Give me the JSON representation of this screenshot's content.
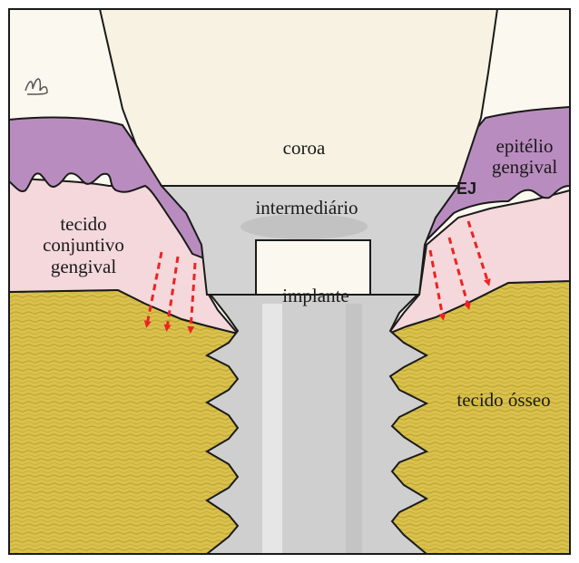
{
  "labels": {
    "crown": "coroa",
    "abutment": "intermediário",
    "implant": "implante",
    "epithelium_line1": "epitélio",
    "epithelium_line2": "gengival",
    "ej": "EJ",
    "connective_line1": "tecido",
    "connective_line2": "conjuntivo",
    "connective_line3": "gengival",
    "bone": "tecido ósseo"
  },
  "colors": {
    "background": "#fbf8ef",
    "crown": "#f7f2e1",
    "abutment": "#d3d3d3",
    "implant": "#cfcfcf",
    "epithelium": "#b98cbf",
    "connective": "#f4d8db",
    "bone": "#d9c14c",
    "arrows": "#ee2222",
    "outline": "#1a1a1a"
  },
  "icons": {
    "signature": "handwritten-signature-mark",
    "arrow": "dashed-red-arrow"
  }
}
